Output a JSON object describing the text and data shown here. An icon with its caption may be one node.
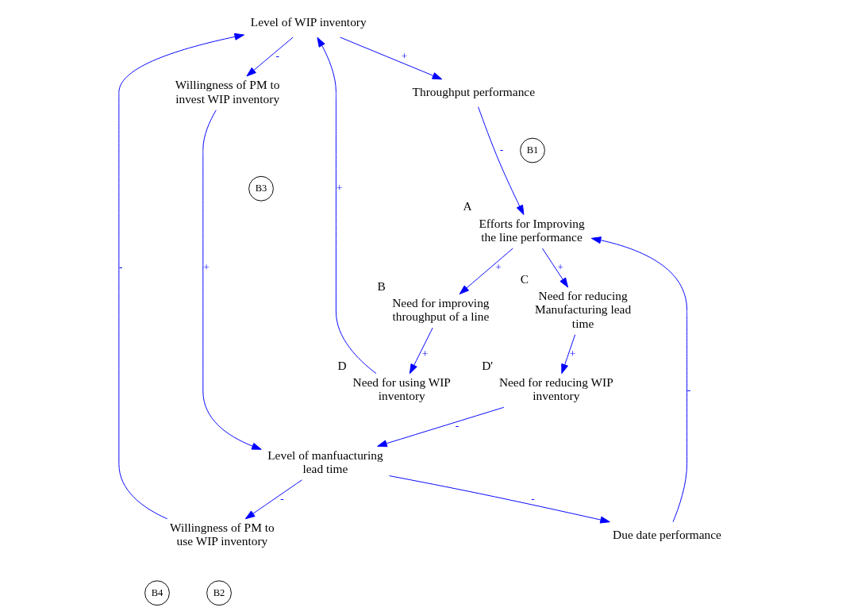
{
  "diagram": {
    "nodes": [
      {
        "text": [
          "Level of WIP inventory"
        ]
      },
      {
        "text": [
          "Need for using WIP inventory"
        ],
        "beside": [
          "D"
        ]
      },
      {
        "text": [
          "Throughput performance"
        ]
      },
      {
        "text": [
          "Need for improving throughput of a line"
        ],
        "beside": [
          "B"
        ]
      },
      {
        "text": [
          "Efforts for Improving the line performance"
        ],
        "beside": [
          "A"
        ]
      },
      {
        "text": [
          "Willingness of PM to use WIP inventory"
        ]
      },
      {
        "text": [
          "Willingness of PM to invest WIP inventory"
        ]
      },
      {
        "text": [
          "Need for reducing Manufacturing lead time"
        ],
        "beside": [
          "C"
        ]
      },
      {
        "text": [
          "Due date performance"
        ]
      },
      {
        "text": [
          "Need for reducing WIP inventory"
        ],
        "beside": [
          "D'"
        ]
      },
      {
        "text": [
          "Level of manfuacturing lead time"
        ]
      }
    ],
    "edges": [
      {
        "from": 1,
        "to": 0,
        "arrow": "to",
        "label": "+"
      },
      {
        "from": 5,
        "to": 0,
        "arrow": "to",
        "label": "-"
      },
      {
        "from": 0,
        "to": 2,
        "arrow": "to",
        "label": "+"
      },
      {
        "from": 0,
        "to": 6,
        "arrow": "to",
        "label": "-"
      },
      {
        "from": 2,
        "to": 4,
        "arrow": "to",
        "label": "-"
      },
      {
        "from": 4,
        "to": 3,
        "arrow": "to",
        "label": "+"
      },
      {
        "from": 3,
        "to": 1,
        "arrow": "to",
        "label": "+"
      },
      {
        "from": 4,
        "to": 7,
        "arrow": "to",
        "label": "+"
      },
      {
        "from": 7,
        "to": 9,
        "arrow": "to",
        "label": "+"
      },
      {
        "from": 9,
        "to": 10,
        "arrow": "to",
        "label": "-"
      },
      {
        "from": 6,
        "to": 10,
        "arrow": "to",
        "label": "+"
      },
      {
        "from": 10,
        "to": 8,
        "arrow": "to",
        "label": "-"
      },
      {
        "from": 8,
        "to": 4,
        "arrow": "to",
        "label": "-"
      },
      {
        "from": 10,
        "to": 5,
        "arrow": "to",
        "label": "-"
      }
    ],
    "labels": [
      "B1",
      "B3",
      "B4",
      "B2"
    ]
  }
}
